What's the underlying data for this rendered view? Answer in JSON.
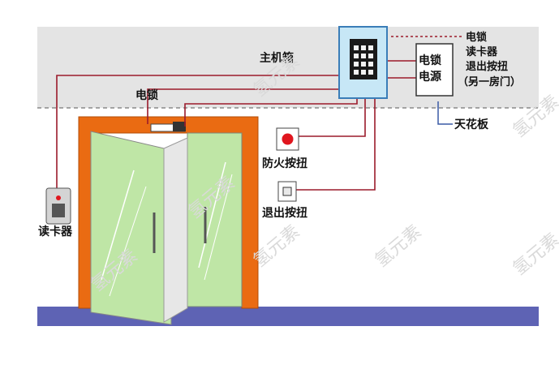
{
  "labels": {
    "main_box": "主机箱",
    "lock_top": "电锁",
    "card_reader": "读卡器",
    "fire_button": "防火按扭",
    "exit_button": "退出按扭",
    "ceiling": "天花板",
    "power_line1": "电锁",
    "power_line2": "电源",
    "legend_line1": "电锁",
    "legend_line2": "读卡器",
    "legend_line3": "退出按扭",
    "legend_line4": "（另一房门）"
  },
  "watermark": "氢元素",
  "colors": {
    "wire": "#9b1b2b",
    "ceiling_fill": "#e4e4e4",
    "door_frame": "#ea6b12",
    "glass": "#bfe6a6",
    "floor": "#5e63b4",
    "controller_fill": "#c7e7f6",
    "controller_stroke": "#3a7db8",
    "fire_red": "#e0161e"
  }
}
